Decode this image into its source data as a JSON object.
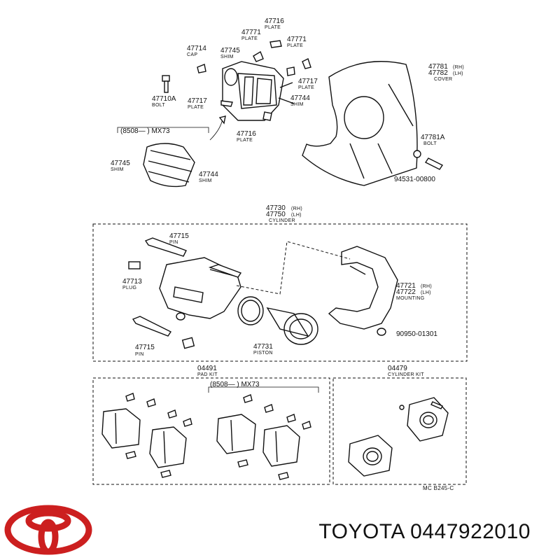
{
  "top": {
    "cap": {
      "num": "47714",
      "name": "CAP"
    },
    "bolt": {
      "num": "47710A",
      "name": "BOLT"
    },
    "shim_45": {
      "num": "47745",
      "name": "SHIM"
    },
    "plate_16_top": {
      "num": "47716",
      "name": "PLATE"
    },
    "plate_71_a": {
      "num": "47771",
      "name": "PLATE"
    },
    "plate_71_b": {
      "num": "47771",
      "name": "PLATE"
    },
    "plate_17_right": {
      "num": "47717",
      "name": "PLATE"
    },
    "shim_44": {
      "num": "47744",
      "name": "SHIM"
    },
    "plate_17_left": {
      "num": "47717",
      "name": "PLATE"
    },
    "plate_16_bottom": {
      "num": "47716",
      "name": "PLATE"
    },
    "cover": {
      "num_rh": "47781",
      "num_lh": "47782",
      "rh": "(RH)",
      "lh": "(LH)",
      "name": "COVER"
    },
    "cover_bolt": {
      "num": "47781A",
      "name": "BOLT"
    },
    "washer": {
      "num": "94531-00800"
    },
    "date_range": "(8508—          ) MX73",
    "shim_45b": {
      "num": "47745",
      "name": "SHIM"
    },
    "shim_44b": {
      "num": "47744",
      "name": "SHIM"
    }
  },
  "cylinder": {
    "num_rh": "47730",
    "num_lh": "47750",
    "rh": "(RH)",
    "lh": "(LH)",
    "name": "CYLINDER",
    "pin_top": {
      "num": "47715",
      "name": "PIN"
    },
    "plug": {
      "num": "47713",
      "name": "PLUG"
    },
    "pin_bottom": {
      "num": "47715",
      "name": "PIN"
    },
    "piston": {
      "num": "47731",
      "name": "PISTON"
    },
    "mounting": {
      "num_rh": "47721",
      "num_lh": "47722",
      "rh": "(RH)",
      "lh": "(LH)",
      "name": "MOUNTING"
    },
    "bolt": {
      "num": "90950-01301"
    }
  },
  "pad_kit": {
    "num": "04491",
    "name": "PAD KIT",
    "date_range": "(8508—          ) MX73"
  },
  "cylinder_kit": {
    "num": "04479",
    "name": "CYLINDER KIT"
  },
  "ref_code": "MC  B245-C",
  "brand": {
    "text": "TOYOTA 0447922010",
    "logo_color": "#cc1f1f"
  }
}
